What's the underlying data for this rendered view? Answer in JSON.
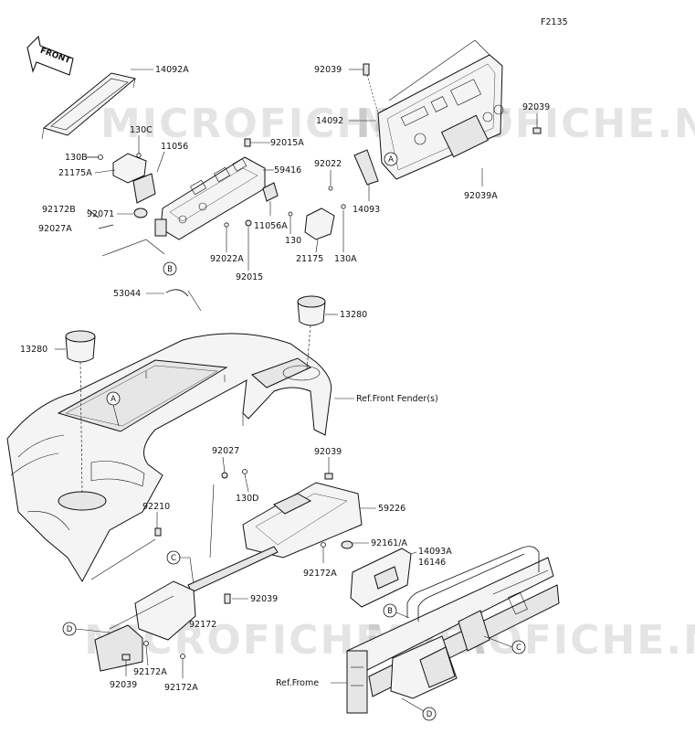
{
  "figure_code": "F2135",
  "front_label": "FRONT",
  "watermark": "MICROFICHE.NET",
  "parts": {
    "p14092A": "14092A",
    "p130B": "130B",
    "p130C": "130C",
    "p11056": "11056",
    "p21175A": "21175A",
    "p92015A": "92015A",
    "p59416": "59416",
    "p92071": "92071",
    "p11056A": "11056A",
    "p130": "130",
    "p92172B": "92172B",
    "p92027A": "92027A",
    "p92022A": "92022A",
    "p92015": "92015",
    "p21175": "21175",
    "p130A": "130A",
    "p53044": "53044",
    "p92039_top": "92039",
    "p14092": "14092",
    "p92039_right": "92039",
    "p92022": "92022",
    "p14093": "14093",
    "p92039A": "92039A",
    "p13280_left": "13280",
    "p13280_right": "13280",
    "ref_fender": "Ref.Front Fender(s)",
    "p92027": "92027",
    "p130D": "130D",
    "p92039_mid": "92039",
    "p59226": "59226",
    "p92210": "92210",
    "p92161": "92161/A",
    "p14093A": "14093A",
    "p16146": "16146",
    "p92172A_mid": "92172A",
    "p92039_lower": "92039",
    "p92172": "92172",
    "p92172A_left": "92172A",
    "p92172A_bottom": "92172A",
    "p92039_bottom": "92039",
    "ref_frame": "Ref.Frome"
  },
  "callouts": {
    "A1": "A",
    "A2": "A",
    "B1": "B",
    "B2": "B",
    "C1": "C",
    "C2": "C",
    "D1": "D",
    "D2": "D"
  }
}
